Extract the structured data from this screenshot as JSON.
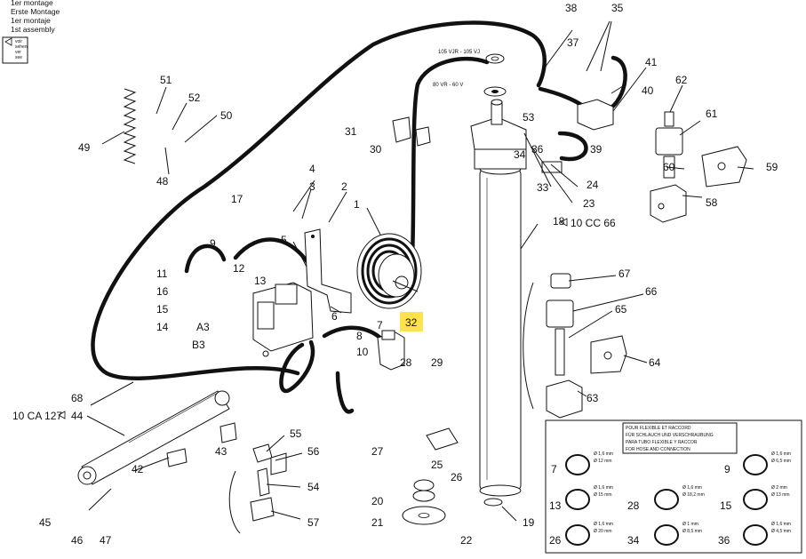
{
  "legend": {
    "lines": [
      "1er montage",
      "Erste Montage",
      "1er montaje",
      "1st assembly"
    ],
    "see_lines": [
      "voir",
      "sehen",
      "ver",
      "see"
    ]
  },
  "references": {
    "cc66": "10 CC 66",
    "ca127": "10 CA 127"
  },
  "valve_labels": {
    "a3": "A3",
    "b3": "B3"
  },
  "hose_labels": {
    "vjr": "105 VJR - 105 VJ",
    "vr": "80 VR - 60 V"
  },
  "highlight": {
    "label": "32",
    "color": "#ffe24d"
  },
  "callouts": [
    "1",
    "2",
    "3",
    "4",
    "5",
    "6",
    "7",
    "8",
    "9",
    "10",
    "11",
    "12",
    "13",
    "14",
    "15",
    "16",
    "17",
    "18",
    "19",
    "20",
    "21",
    "22",
    "23",
    "24",
    "25",
    "26",
    "27",
    "28",
    "29",
    "30",
    "31",
    "32",
    "33",
    "34",
    "35",
    "36",
    "37",
    "38",
    "39",
    "40",
    "41",
    "42",
    "43",
    "44",
    "45",
    "46",
    "47",
    "48",
    "49",
    "50",
    "51",
    "52",
    "53",
    "54",
    "55",
    "56",
    "57",
    "58",
    "59",
    "60",
    "61",
    "62",
    "63",
    "64",
    "65",
    "66",
    "67",
    "68"
  ],
  "clamp_table": {
    "title_lines": [
      "POUR FLEXIBLE ET RACCORD",
      "FÜR SCHLAUCH UND VERSCHRAUBUNG",
      "PARA TUBO FLEXIBLE Y RACCOR",
      "FOR HOSE AND CONNECTION"
    ],
    "items": [
      {
        "ref": "7",
        "d1": "Ø 1,6 mm",
        "d2": "Ø 12 mm"
      },
      {
        "ref": "9",
        "d1": "Ø 1,6 mm",
        "d2": "Ø 6,5 mm"
      },
      {
        "ref": "13",
        "d1": "Ø 1,6 mm",
        "d2": "Ø 15 mm"
      },
      {
        "ref": "28",
        "d1": "Ø 1,6 mm",
        "d2": "Ø 18,2 mm"
      },
      {
        "ref": "15",
        "d1": "Ø 2 mm",
        "d2": "Ø 13 mm"
      },
      {
        "ref": "26",
        "d1": "Ø 1,6 mm",
        "d2": "Ø 20 mm"
      },
      {
        "ref": "34",
        "d1": "Ø 1 mm",
        "d2": "Ø 8,5 mm"
      },
      {
        "ref": "36",
        "d1": "Ø 1,6 mm",
        "d2": "Ø 4,5 mm"
      }
    ]
  }
}
